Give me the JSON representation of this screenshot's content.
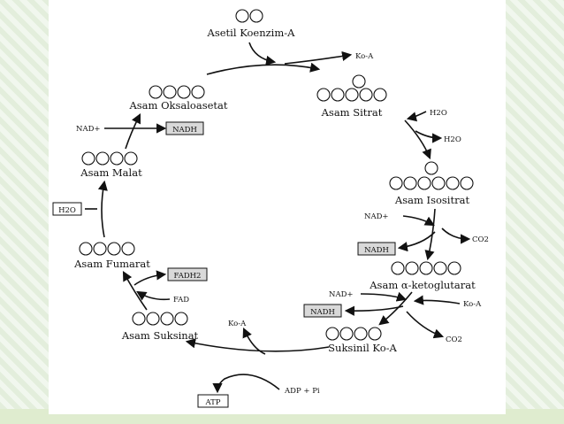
{
  "metabolites": {
    "asetil": "Asetil Koenzim-A",
    "sitrat": "Asam Sitrat",
    "isositrat": "Asam Isositrat",
    "ketoglutarat": "Asam α-ketoglutarat",
    "suksinil": "Suksinil Ko-A",
    "suksinat": "Asam Suksinat",
    "fumarat": "Asam Fumarat",
    "malat": "Asam Malat",
    "oksaloasetat": "Asam Oksaloasetat"
  },
  "cofactors": {
    "koa_out": "Ko-A",
    "h2o_in": "H2O",
    "h2o_out": "H2O",
    "nad_isositrat": "NAD+",
    "co2_isositrat": "CO2",
    "nadh_isositrat": "NADH",
    "nad_keto": "NAD+",
    "koa_keto": "Ko-A",
    "nadh_keto": "NADH",
    "co2_keto": "CO2",
    "koa_suksinil": "Ko-A",
    "adp_pi": "ADP + Pi",
    "atp": "ATP",
    "fadh2": "FADH2",
    "fad": "FAD",
    "h2o_malat": "H2O",
    "nad_oksalo": "NAD+",
    "nadh_oksalo": "NADH"
  }
}
